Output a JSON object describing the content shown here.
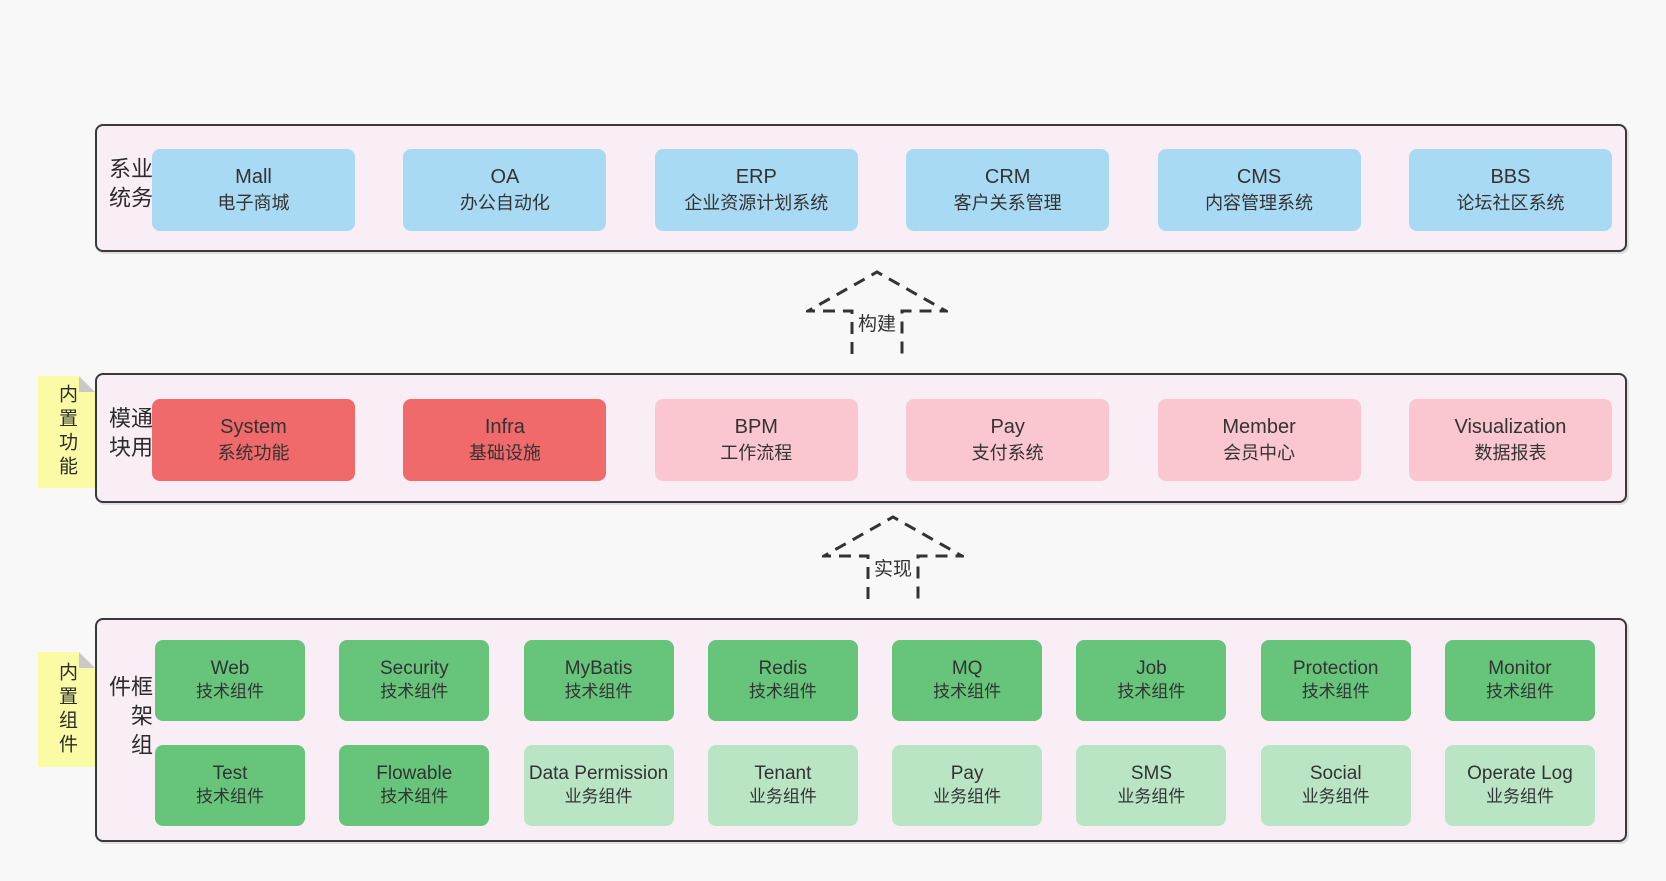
{
  "colors": {
    "canvas": "#f8f8f8",
    "panel-bg": "#f9edf6",
    "panel-border": "#3a3a3a",
    "blue": "#a9daf3",
    "red": "#f0696b",
    "pink": "#fac7d0",
    "green": "#67c57b",
    "green-light": "#bae5c4",
    "yellow": "#fbfba5",
    "fold": "#c9c9c9",
    "text": "#333333"
  },
  "l1": {
    "label": "业务系统",
    "items": [
      {
        "name": "Mall",
        "sub": "电子商城"
      },
      {
        "name": "OA",
        "sub": "办公自动化"
      },
      {
        "name": "ERP",
        "sub": "企业资源计划系统"
      },
      {
        "name": "CRM",
        "sub": "客户关系管理"
      },
      {
        "name": "CMS",
        "sub": "内容管理系统"
      },
      {
        "name": "BBS",
        "sub": "论坛社区系统"
      }
    ]
  },
  "l2": {
    "label": "通用模块",
    "items": [
      {
        "name": "System",
        "sub": "系统功能"
      },
      {
        "name": "Infra",
        "sub": "基础设施"
      },
      {
        "name": "BPM",
        "sub": "工作流程"
      },
      {
        "name": "Pay",
        "sub": "支付系统"
      },
      {
        "name": "Member",
        "sub": "会员中心"
      },
      {
        "name": "Visualization",
        "sub": "数据报表"
      }
    ]
  },
  "l3": {
    "label": "框架组件",
    "row1": [
      {
        "name": "Web",
        "sub": "技术组件"
      },
      {
        "name": "Security",
        "sub": "技术组件"
      },
      {
        "name": "MyBatis",
        "sub": "技术组件"
      },
      {
        "name": "Redis",
        "sub": "技术组件"
      },
      {
        "name": "MQ",
        "sub": "技术组件"
      },
      {
        "name": "Job",
        "sub": "技术组件"
      },
      {
        "name": "Protection",
        "sub": "技术组件"
      },
      {
        "name": "Monitor",
        "sub": "技术组件"
      }
    ],
    "row2": [
      {
        "name": "Test",
        "sub": "技术组件"
      },
      {
        "name": "Flowable",
        "sub": "技术组件"
      },
      {
        "name": "Data Permission",
        "sub": "业务组件"
      },
      {
        "name": "Tenant",
        "sub": "业务组件"
      },
      {
        "name": "Pay",
        "sub": "业务组件"
      },
      {
        "name": "SMS",
        "sub": "业务组件"
      },
      {
        "name": "Social",
        "sub": "业务组件"
      },
      {
        "name": "Operate Log",
        "sub": "业务组件"
      }
    ]
  },
  "arrows": [
    {
      "label": "构建"
    },
    {
      "label": "实现"
    }
  ],
  "notes": [
    {
      "text": "内置功能"
    },
    {
      "text": "内置组件"
    }
  ]
}
